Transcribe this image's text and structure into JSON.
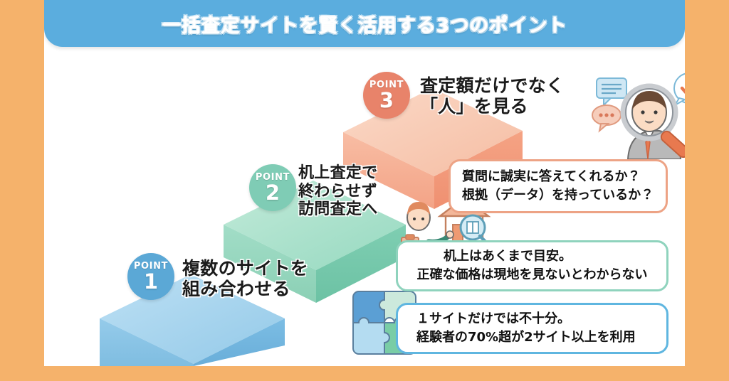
{
  "colors": {
    "frame_orange": "#f5b26b",
    "title_blue": "#5badde",
    "step1_blue": "#5ba8d6",
    "step2_green": "#7fccb5",
    "step3_orange": "#e8836a",
    "text_dark": "#1b1b1b"
  },
  "header": {
    "title": "一括査定サイトを賢く活用する3つのポイント"
  },
  "steps": [
    {
      "badge_word": "POINT",
      "badge_number": "1",
      "label": "複数のサイトを\n組み合わせる",
      "badge_color": "#5ba8d6",
      "block_top_color": "#a9d5ef",
      "block_front_color": "#7cbde4"
    },
    {
      "badge_word": "POINT",
      "badge_number": "2",
      "label": "机上査定で\n終わらせず\n訪問査定へ",
      "badge_color": "#7fccb5",
      "block_top_color": "#a9e0cc",
      "block_front_color": "#79c9ad"
    },
    {
      "badge_word": "POINT",
      "badge_number": "3",
      "label": "査定額だけでなく\n「人」を見る",
      "badge_color": "#e8836a",
      "block_top_color": "#f6c4ad",
      "block_front_color": "#f3a183"
    }
  ],
  "callouts": [
    {
      "id": "callout-point3",
      "border_color": "#eda385",
      "lines": [
        "質問に誠実に答えてくれるか？",
        "根拠（データ）を持っているか？"
      ]
    },
    {
      "id": "callout-point2",
      "border_color": "#8fd3bd",
      "lines": [
        "机上はあくまで目安。",
        "正確な価格は現地を見ないとわからない"
      ]
    },
    {
      "id": "callout-point1",
      "border_color": "#5fb6e0",
      "lines": [
        "１サイトだけでは不十分。",
        "経験者の70%超が2サイト以上を利用"
      ]
    }
  ],
  "illustrations": [
    {
      "name": "person-through-magnifier-illustration"
    },
    {
      "name": "inspector-with-house-illustration"
    },
    {
      "name": "jigsaw-puzzle-illustration"
    }
  ]
}
